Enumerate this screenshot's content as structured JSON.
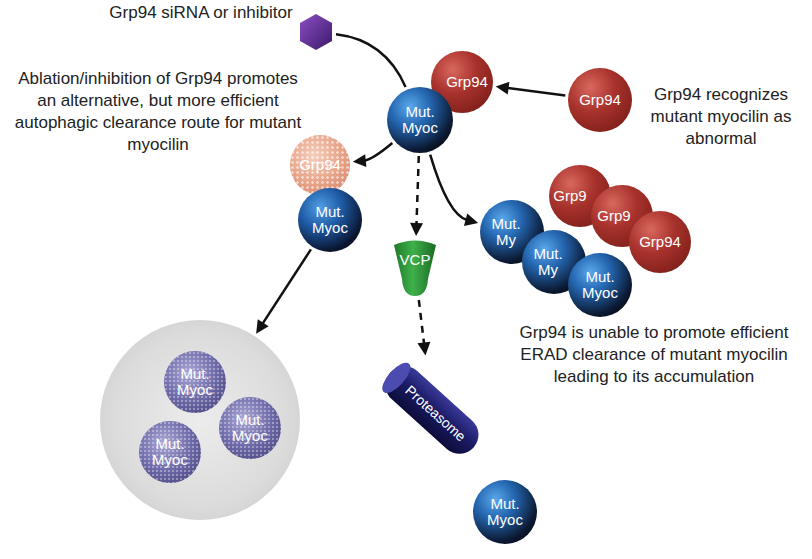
{
  "diagram": {
    "nodes": [
      {
        "text": [
          "Grp94 siRNA or inhibitor"
        ]
      },
      {
        "text": [
          "Mut. Myoc"
        ]
      },
      {
        "text": [
          "Grp94"
        ]
      },
      {
        "text": [
          "Grp94"
        ]
      },
      {
        "text": [
          "Grp94"
        ]
      },
      {
        "text": [
          "Mut. Myoc"
        ]
      },
      {
        "text": [
          "Grp9"
        ]
      },
      {
        "text": [
          "Grp9"
        ]
      },
      {
        "text": [
          "Grp94"
        ]
      },
      {
        "text": [
          "Mut. My"
        ]
      },
      {
        "text": [
          "Mut. My"
        ]
      },
      {
        "text": [
          "Mut. Myoc"
        ]
      },
      {
        "text": [
          "VCP"
        ]
      },
      {
        "text": []
      },
      {
        "text": [
          "Mut. Myoc"
        ],
        "in": 13
      },
      {
        "text": [
          "Mut. Myoc"
        ],
        "in": 13
      },
      {
        "text": [
          "Mut. Myoc"
        ],
        "in": 13
      },
      {
        "text": [
          "Proteasome"
        ]
      },
      {
        "text": [
          "Mut. Myoc"
        ]
      }
    ],
    "edges": [
      {
        "from": 0,
        "to": 1,
        "arrow": "none"
      },
      {
        "from": 1,
        "to": 4,
        "arrow": "to"
      },
      {
        "from": 3,
        "to": 2,
        "arrow": "to"
      },
      {
        "from": 1,
        "to": 9,
        "arrow": "to"
      },
      {
        "from": 1,
        "to": 12,
        "arrow": "to"
      },
      {
        "from": 12,
        "to": 17,
        "arrow": "to"
      },
      {
        "from": 5,
        "to": 13,
        "arrow": "to"
      }
    ],
    "labels": [
      "Ablation/inhibition of Grp94 promotes an alternative, but more efficient autophagic clearance route for mutant myocilin",
      "Grp94 recognizes mutant myocilin as abnormal",
      "Grp94 is unable to promote efficient ERAD clearance of mutant myocilin leading to its accumulation"
    ]
  }
}
